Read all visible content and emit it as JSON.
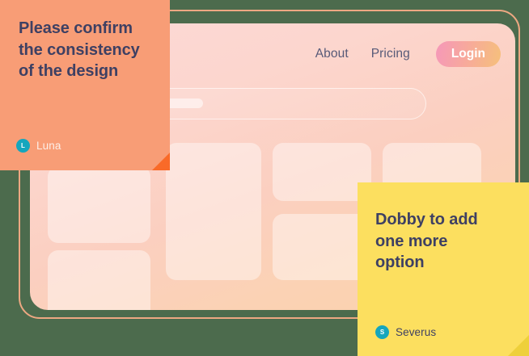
{
  "canvas": {
    "background_color": "#4c6b4d",
    "frame_border_color": "#eda882"
  },
  "app_window": {
    "name": "design-mockup-window",
    "background_gradient": [
      "#fbd9d7",
      "#fbd3ac"
    ],
    "nav": {
      "links": [
        {
          "label": "About",
          "name": "nav-link-about"
        },
        {
          "label": "Pricing",
          "name": "nav-link-pricing"
        }
      ],
      "login_button": {
        "label": "Login",
        "gradient_from": "#f598b9",
        "gradient_to": "#f6c07b",
        "text_color": "#ffffff"
      }
    },
    "search": {
      "placeholder": "",
      "value": ""
    },
    "cards": [
      {
        "name": "card-left-top"
      },
      {
        "name": "card-left-bottom"
      },
      {
        "name": "card-middle"
      },
      {
        "name": "card-right-top"
      },
      {
        "name": "card-right-bottom"
      },
      {
        "name": "card-far-right-top"
      }
    ]
  },
  "notes": [
    {
      "id": "note-orange",
      "text": "Please confirm\nthe consistency\nof the design",
      "author": "Luna",
      "author_initial": "L",
      "background_color": "#f89d76",
      "text_color": "#3e4063",
      "fold_color": "#f96a28",
      "avatar_color": "#15a6bd"
    },
    {
      "id": "note-yellow",
      "text": "Dobby to add\none more\noption",
      "author": "Severus",
      "author_initial": "S",
      "background_color": "#fcdf5f",
      "text_color": "#3e4063",
      "fold_color": "#eed03b",
      "avatar_color": "#15a6bd"
    }
  ]
}
